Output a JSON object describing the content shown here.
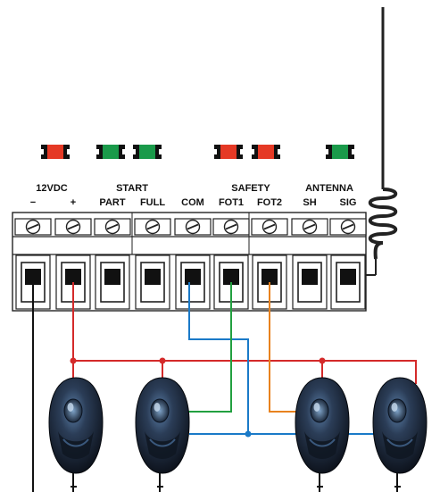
{
  "labels": {
    "group_12vdc": "12VDC",
    "minus": "−",
    "plus": "+",
    "group_start": "START",
    "part": "PART",
    "full": "FULL",
    "com": "COM",
    "group_safety": "SAFETY",
    "fot1": "FOT1",
    "fot2": "FOT2",
    "group_antenna": "ANTENNA",
    "sh": "SH",
    "sig": "SIG"
  },
  "leds": [
    {
      "name": "led-power",
      "color": "#e53925"
    },
    {
      "name": "led-start-part",
      "color": "#1a9a4a"
    },
    {
      "name": "led-start-full",
      "color": "#1a9a4a"
    },
    {
      "name": "led-fot1",
      "color": "#e53925"
    },
    {
      "name": "led-fot2",
      "color": "#e53925"
    },
    {
      "name": "led-antenna",
      "color": "#1a9a4a"
    }
  ],
  "colors": {
    "wire_power": "#d42a2a",
    "wire_ground": "#111111",
    "wire_com": "#1a7ac8",
    "wire_fot1": "#22a040",
    "wire_fot2": "#e8821e",
    "antenna": "#222222"
  },
  "photocells": 4,
  "icons": [
    "screw-icon",
    "photocell-icon",
    "antenna-icon",
    "led-icon"
  ]
}
